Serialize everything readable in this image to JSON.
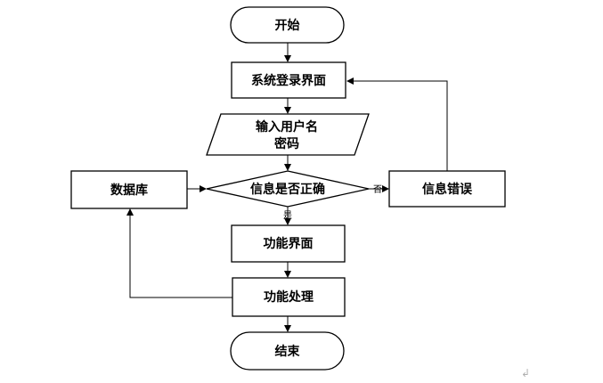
{
  "flowchart": {
    "nodes": {
      "start": {
        "label": "开始",
        "shape": "terminator"
      },
      "login": {
        "label": "系统登录界面",
        "shape": "process"
      },
      "input": {
        "lines": [
          "输入用户名",
          "密码"
        ],
        "shape": "data"
      },
      "check": {
        "label": "信息是否正确",
        "shape": "decision"
      },
      "database": {
        "label": "数据库",
        "shape": "process"
      },
      "error": {
        "label": "信息错误",
        "shape": "process"
      },
      "func_ui": {
        "label": "功能界面",
        "shape": "process"
      },
      "func_proc": {
        "label": "功能处理",
        "shape": "process"
      },
      "end": {
        "label": "结束",
        "shape": "terminator"
      }
    },
    "edges": {
      "no_label": "否",
      "yes_label": "是"
    },
    "paragraph_mark": "↲"
  }
}
